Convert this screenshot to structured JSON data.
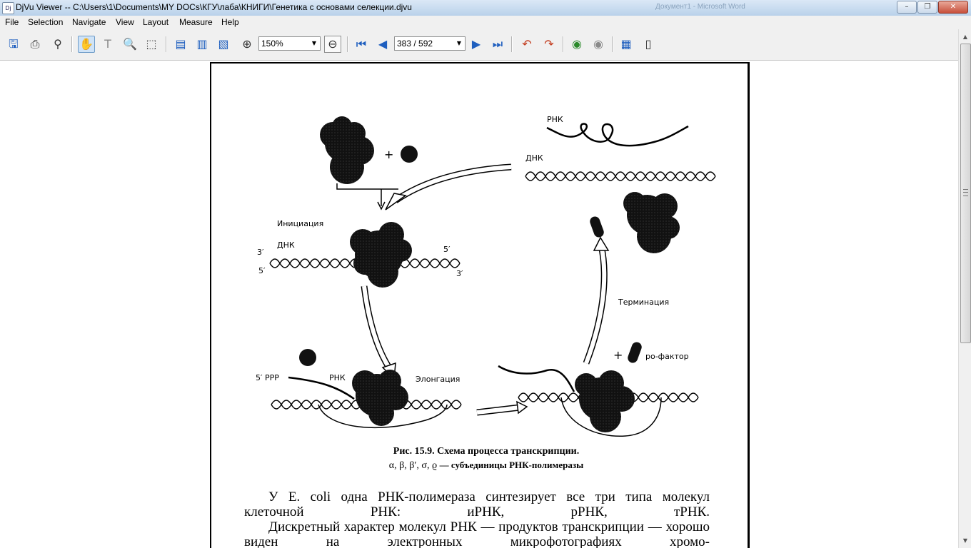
{
  "window": {
    "title": "DjVu Viewer -- C:\\Users\\1\\Documents\\MY DOCs\\КГУ\\лаба\\КНИГИ\\Генетика с основами селекции.djvu",
    "background_tasks": [
      "Документ1 - Microsoft Word"
    ],
    "controls": {
      "minimize": "–",
      "maximize": "❐",
      "close": "✕"
    }
  },
  "menu": {
    "items": [
      "File",
      "Selection",
      "Navigate",
      "View",
      "Layout",
      "Measure",
      "Help"
    ]
  },
  "toolbar": {
    "zoom_value": "150%",
    "page_value": "383 / 592",
    "icons": [
      "save-icon",
      "print-icon",
      "find-icon",
      "hand-tool-icon",
      "text-select-icon",
      "zoom-select-icon",
      "region-select-icon",
      "single-page-icon",
      "continuous-icon",
      "facing-pages-icon",
      "zoom-in-icon",
      "zoom-out-icon",
      "first-page-icon",
      "previous-page-icon",
      "next-page-icon",
      "last-page-icon",
      "rotate-left-icon",
      "rotate-right-icon",
      "back-icon",
      "forward-icon",
      "thumbnails-icon",
      "outline-icon"
    ]
  },
  "document": {
    "diagram_labels": {
      "rnk_top": "РНК",
      "dnk_top": "ДНК",
      "initiation": "Инициация",
      "dnk_left": "ДНК",
      "three_prime_left": "3′",
      "five_prime_left": "5′",
      "five_prime_right": "5′",
      "three_prime_right": "3′",
      "termination": "Терминация",
      "rho_factor": "ро-фактор",
      "plus": "+",
      "five_ppp": "5′ PPP",
      "rnk_mid": "РНК",
      "elongation": "Элонгация"
    },
    "caption_line1": "Рис. 15.9. Схема процесса транскрипции.",
    "caption_line2_greek": "α, β, β′, σ, ϱ",
    "caption_line2_text": "— субъединицы РНК-полимеразы",
    "paragraph1": "У E. coli одна РНК-полимераза синтезирует все три типа молекул клеточной РНК: иРНК, рРНК, тРНК.",
    "paragraph2": "Дискретный характер молекул РНК — продуктов транскрипции — хорошо виден на электронных микрофотографиях хромо-"
  }
}
